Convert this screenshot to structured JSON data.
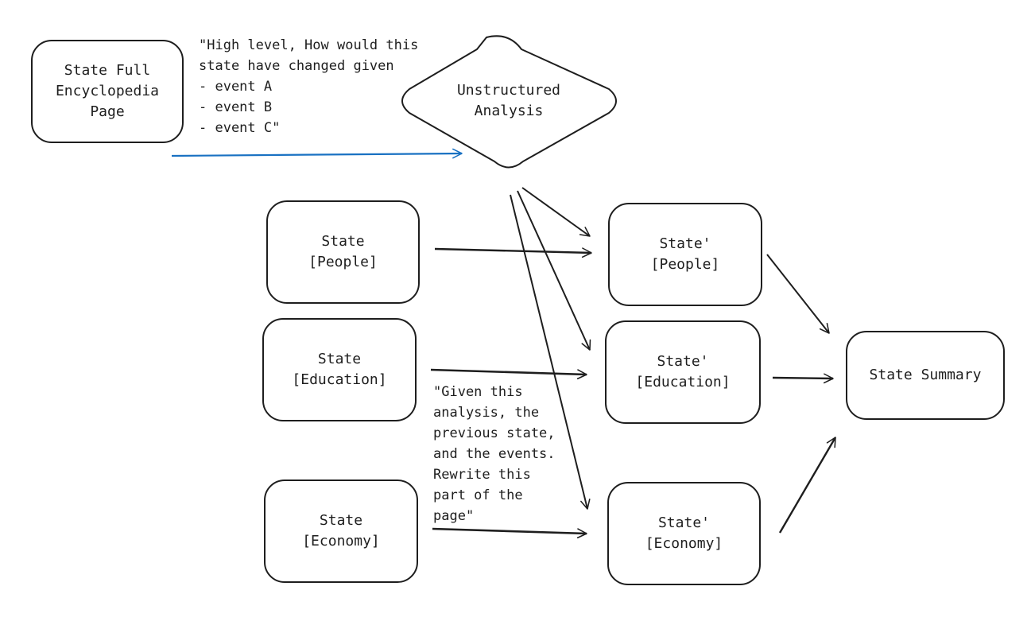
{
  "nodes": {
    "source": "State Full\nEncyclopedia\nPage",
    "analysis": "Unstructured\nAnalysis",
    "state_people": "State\n[People]",
    "state_education": "State\n[Education]",
    "state_economy": "State\n[Economy]",
    "new_people": "State'\n[People]",
    "new_education": "State'\n[Education]",
    "new_economy": "State'\n[Economy]",
    "summary": "State Summary"
  },
  "notes": {
    "analysis_prompt": "\"High level, How would this\nstate have changed given\n- event A\n- event B\n- event C\"",
    "rewrite_prompt": "\"Given this\nanalysis, the\nprevious state,\nand the events.\nRewrite this\npart of the\npage\""
  },
  "colors": {
    "stroke": "#1e1e1e",
    "highlight_arrow": "#1971c2",
    "background": "#ffffff"
  }
}
